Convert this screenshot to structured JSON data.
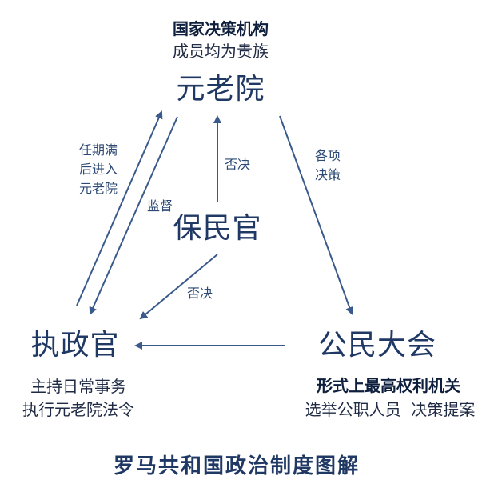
{
  "nodes": {
    "senate": {
      "label": "元老院",
      "note_bold": "国家决策机构",
      "note": "成员均为贵族"
    },
    "tribune": {
      "label": "保民官"
    },
    "consul": {
      "label": "执政官",
      "note_line1": "主持日常事务",
      "note_line2": "执行元老院法令"
    },
    "assembly": {
      "label": "公民大会",
      "note_bold": "形式上最高权利机关",
      "note": "选举公职人员  决策提案"
    }
  },
  "edges": {
    "consul_to_senate": {
      "line1": "任期满",
      "line2": "后进入",
      "line3": "元老院"
    },
    "senate_to_consul": {
      "label": "监督"
    },
    "tribune_to_senate": {
      "label": "否决"
    },
    "tribune_to_consul": {
      "label": "否决"
    },
    "senate_to_assembly": {
      "line1": "各项",
      "line2": "决策"
    }
  },
  "title": "罗马共和国政治制度图解",
  "colors": {
    "arrow": "#3a5a8c",
    "node_text": "#1f3864"
  }
}
